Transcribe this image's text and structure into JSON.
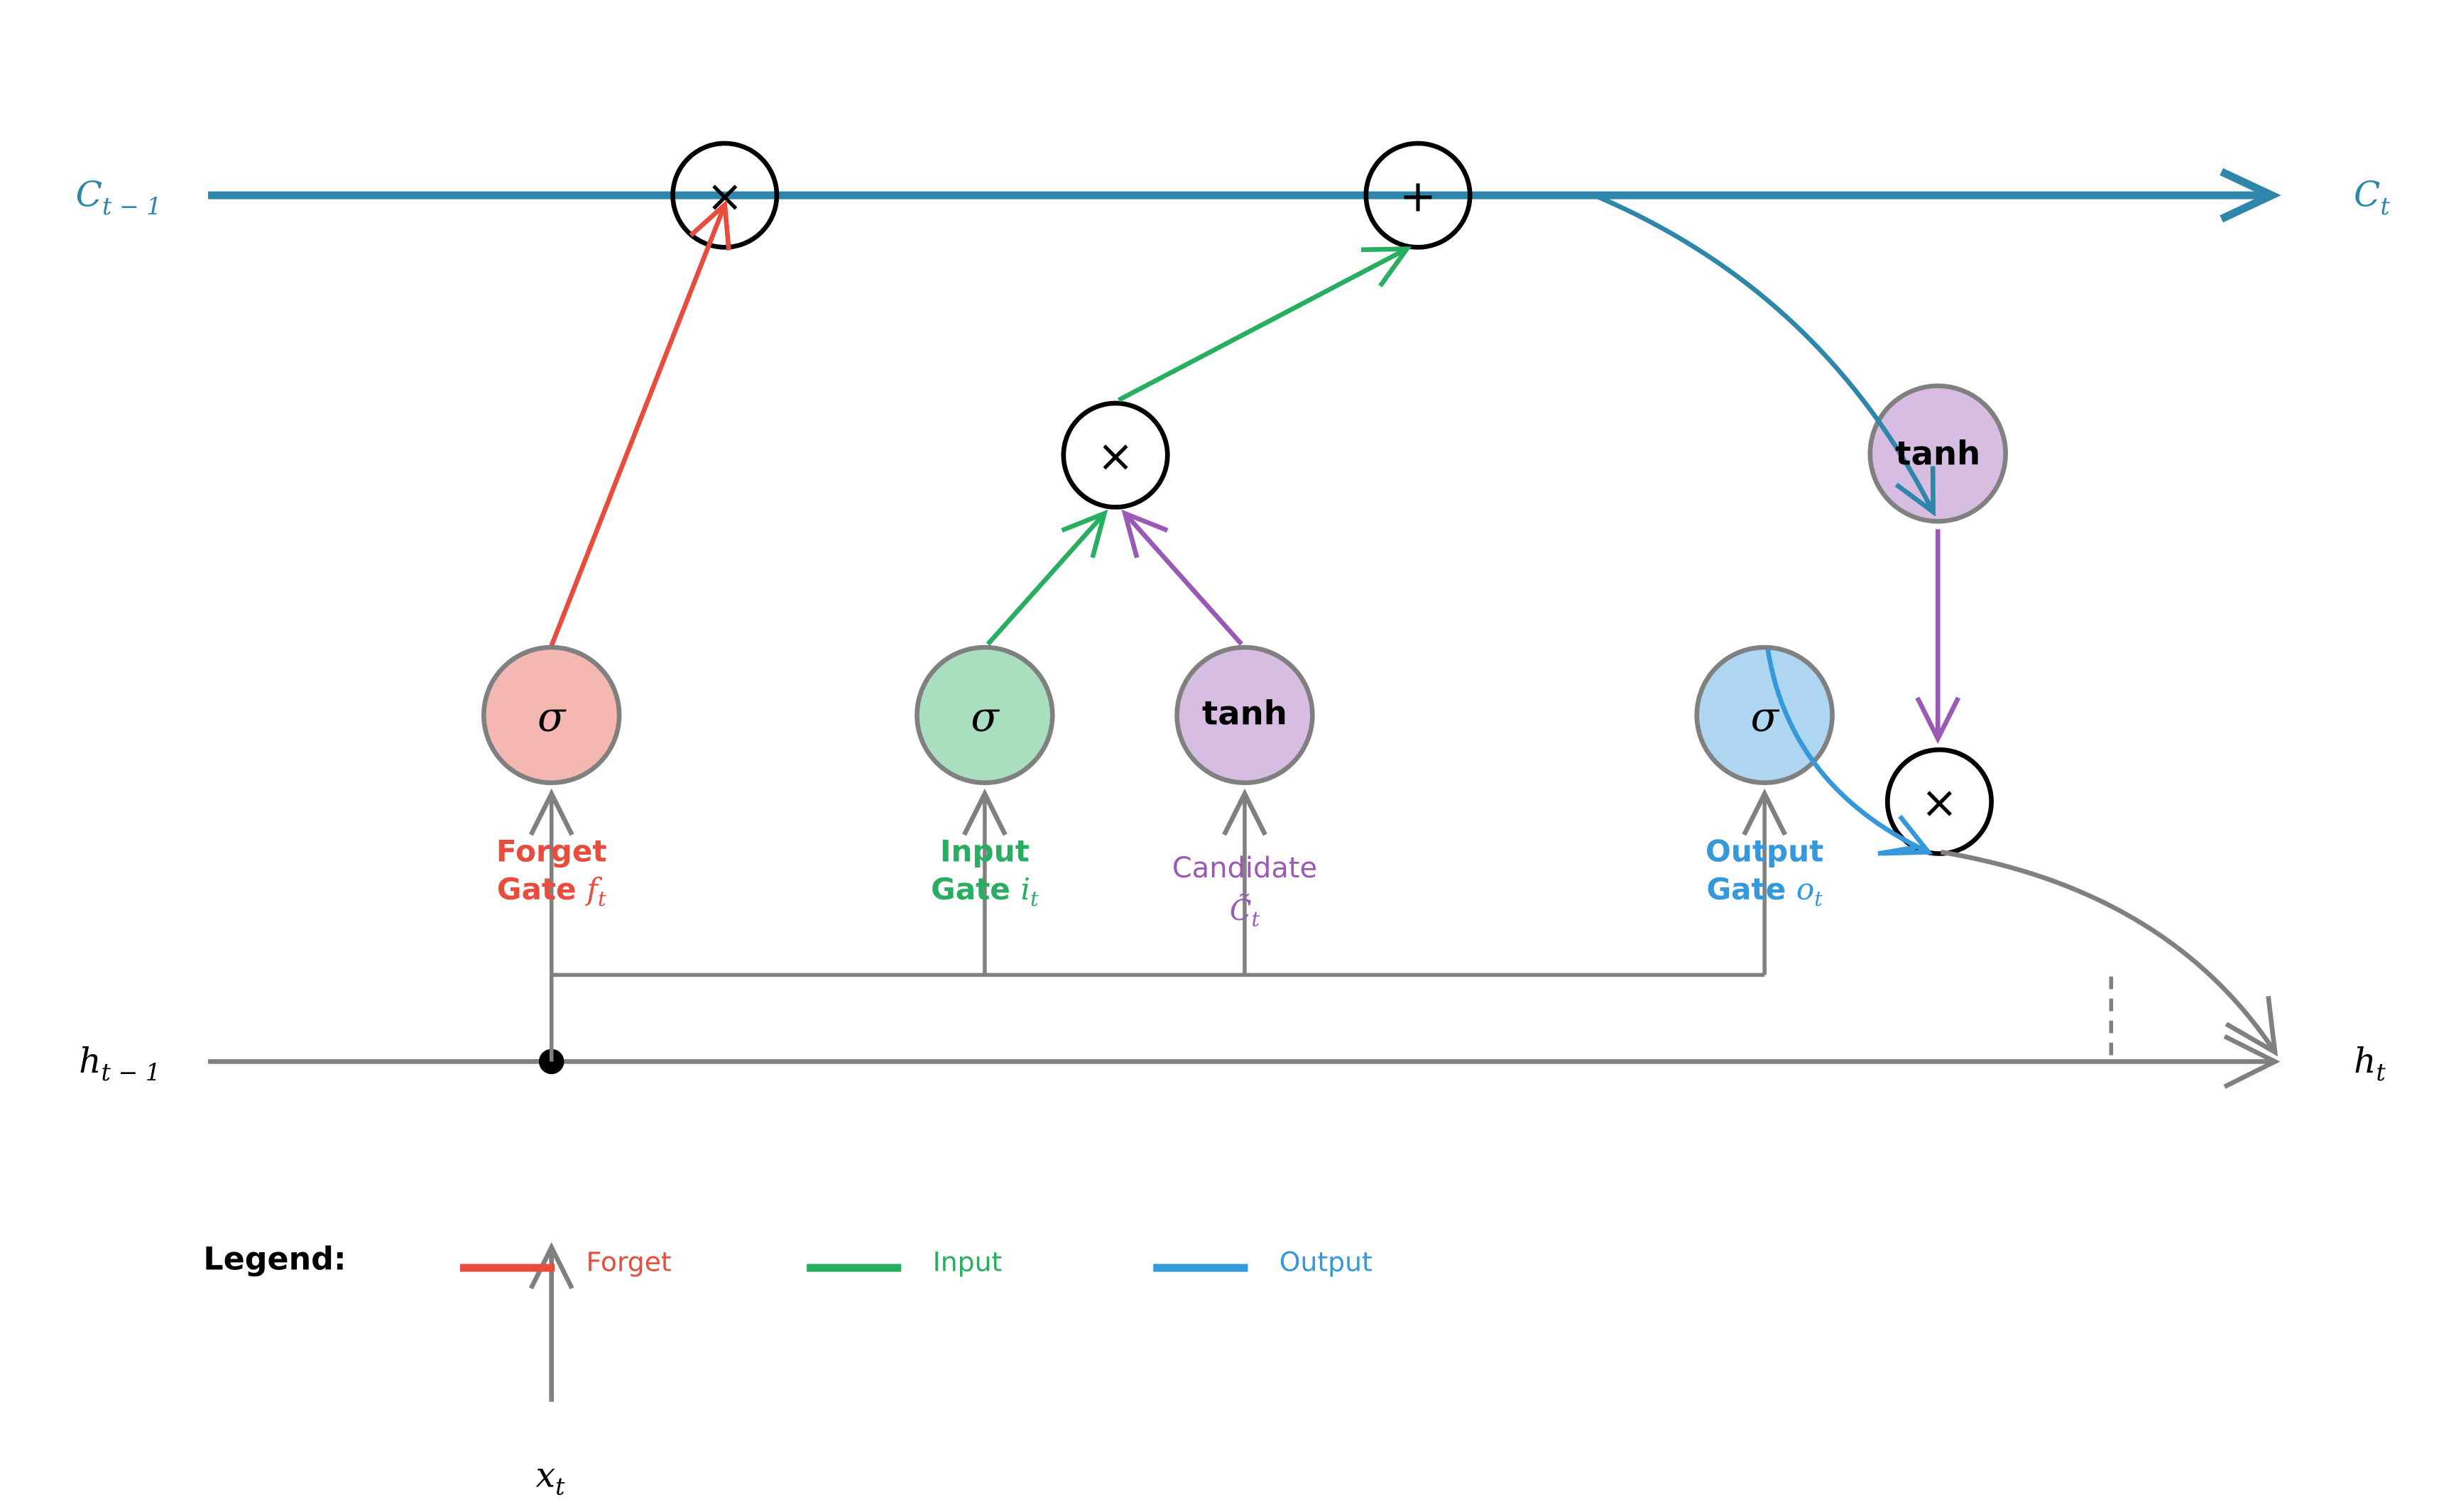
{
  "colors": {
    "cell_state": "#2e86ab",
    "forget": "#e74c3c",
    "input": "#27ae60",
    "output": "#3498db",
    "candidate": "#9b59b6",
    "hidden": "#808080",
    "forget_fill": "#f5b7b1",
    "input_fill": "#a9dfbf",
    "output_fill": "#aed6f1",
    "candidate_fill": "#d7bde2",
    "node_stroke": "#808080",
    "op_stroke": "#000000"
  },
  "labels": {
    "c_prev": "C",
    "c_prev_sub": "t − 1",
    "c_next": "C",
    "c_next_sub": "t",
    "h_prev": "h",
    "h_prev_sub": "t − 1",
    "h_next": "h",
    "h_next_sub": "t",
    "x_input": "x",
    "x_input_sub": "t"
  },
  "ops": {
    "forget_mult": "×",
    "add": "+",
    "input_mult": "×",
    "output_mult": "×"
  },
  "nodes": {
    "forget_sigma": "σ",
    "input_sigma": "σ",
    "candidate_tanh": "tanh",
    "output_sigma": "σ",
    "cell_tanh": "tanh"
  },
  "gates": {
    "forget": {
      "line1": "Forget",
      "line2": "Gate",
      "sym": "f",
      "sym_sub": "t"
    },
    "input": {
      "line1": "Input",
      "line2": "Gate",
      "sym": "i",
      "sym_sub": "t"
    },
    "candidate": {
      "line1": "Candidate",
      "sym": "C̃",
      "sym_sub": "t"
    },
    "output": {
      "line1": "Output",
      "line2": "Gate",
      "sym": "o",
      "sym_sub": "t"
    }
  },
  "legend": {
    "title": "Legend:",
    "items": [
      {
        "label": "Forget",
        "color": "#e74c3c"
      },
      {
        "label": "Input",
        "color": "#27ae60"
      },
      {
        "label": "Output",
        "color": "#3498db"
      }
    ]
  }
}
